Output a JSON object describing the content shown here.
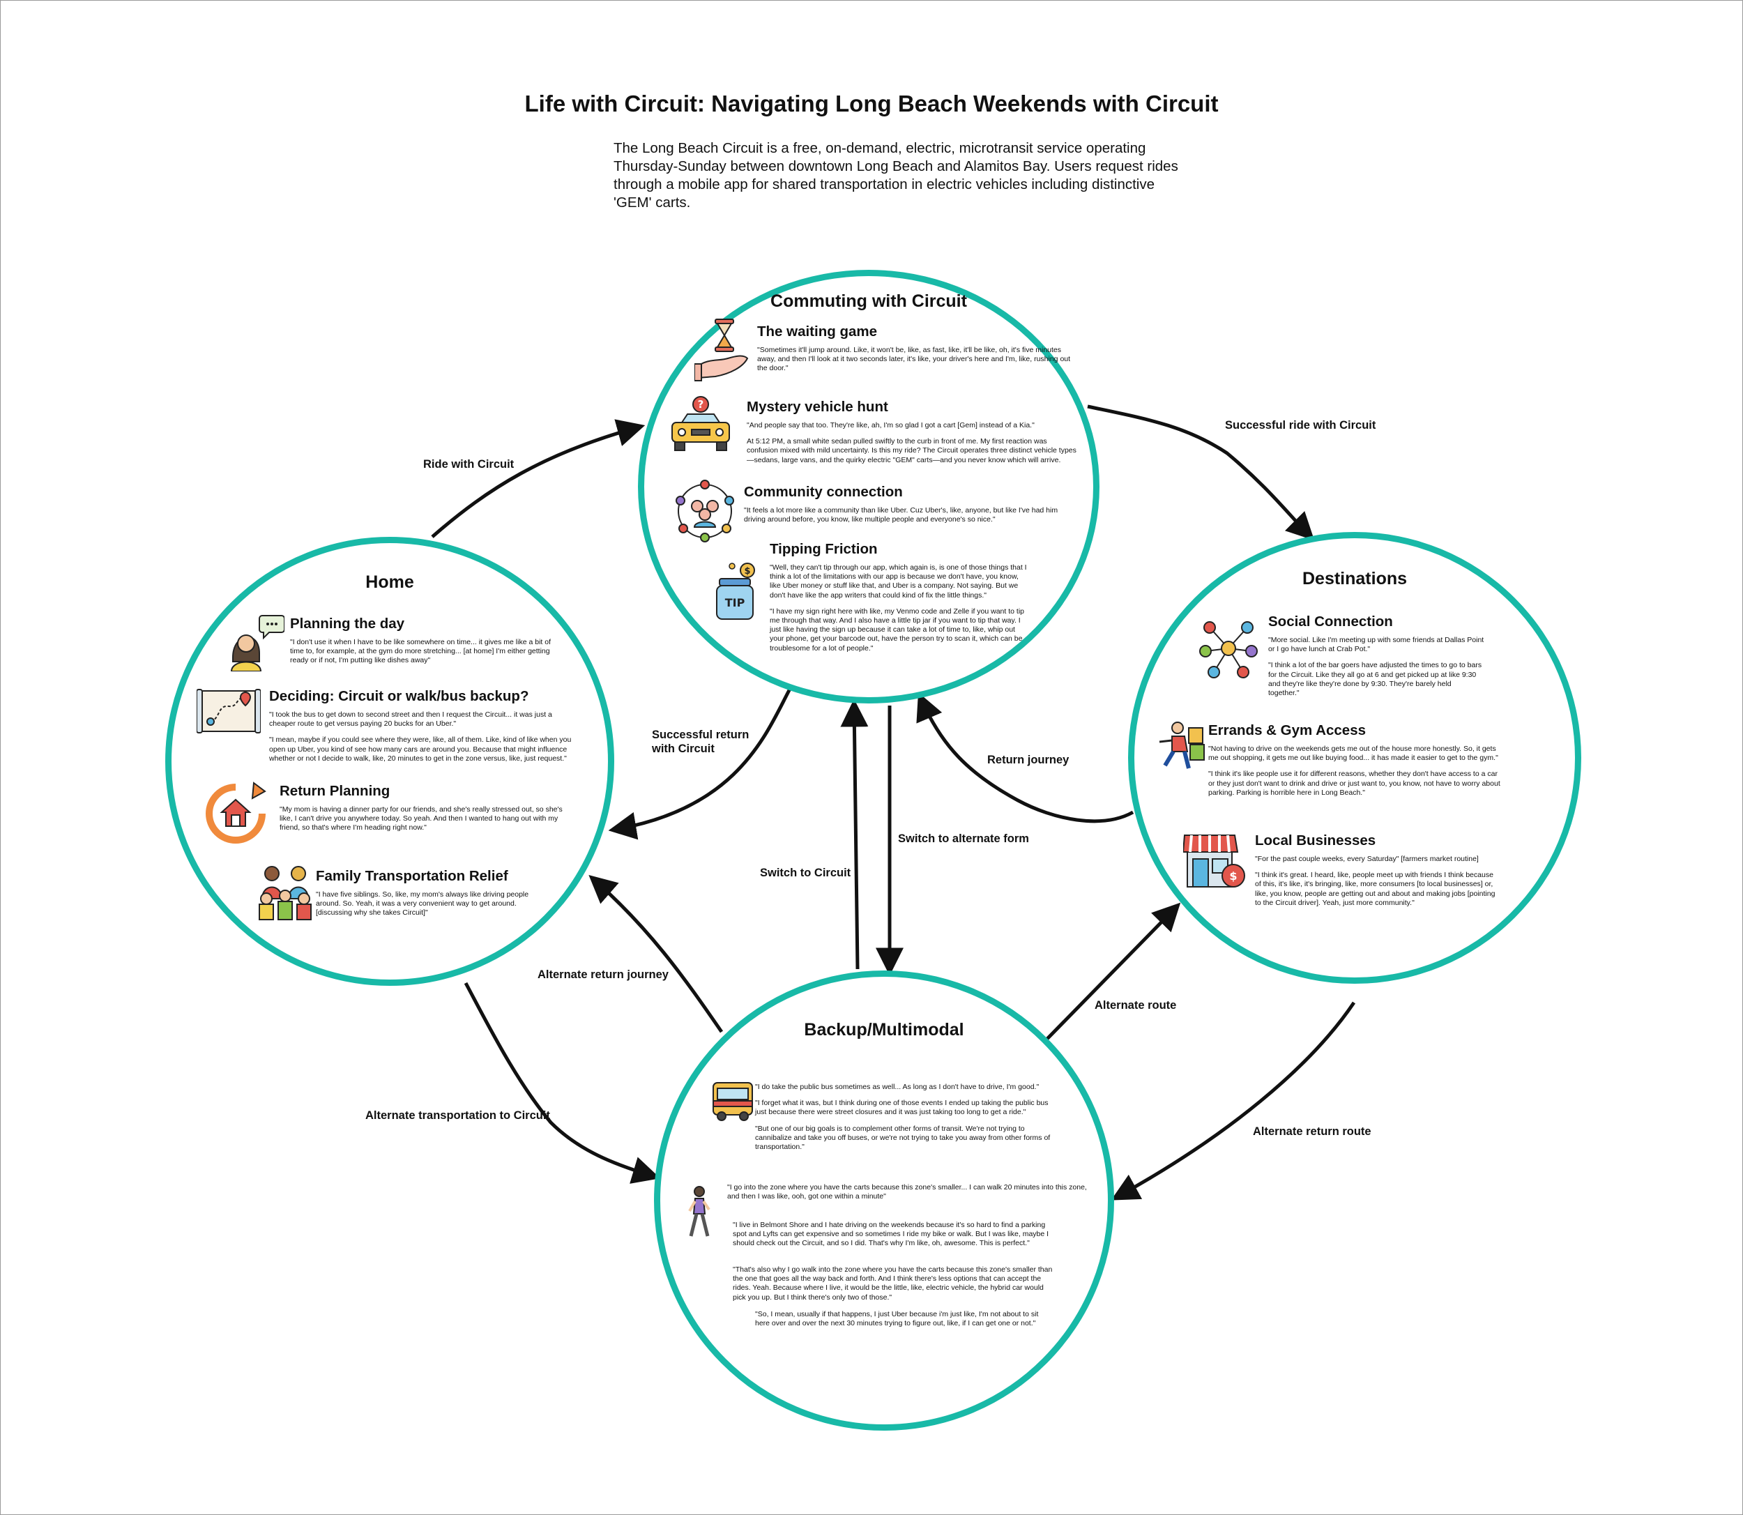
{
  "title": "Life with Circuit: Navigating Long Beach Weekends with Circuit",
  "intro": "The Long Beach Circuit is a free, on-demand, electric, microtransit service operating Thursday-Sunday between downtown Long Beach and Alamitos Bay. Users request rides through a mobile app for shared transportation in electric vehicles including distinctive 'GEM' carts.",
  "colors": {
    "circle_border": "#18b9a7",
    "arrow": "#111111"
  },
  "nodes": {
    "commuting": {
      "title": "Commuting with Circuit",
      "sections": [
        {
          "heading": "The waiting game",
          "icon": "hourglass-hand-icon",
          "quotes": [
            "\"Sometimes it'll jump around. Like, it won't be, like, as fast, like, it'll be like, oh, it's five minutes away, and then I'll look at it two seconds later, it's like, your driver's here and I'm, like, rushing out the door.\""
          ]
        },
        {
          "heading": "Mystery vehicle hunt",
          "icon": "taxi-question-icon",
          "quotes": [
            "\"And people say that too. They're like, ah, I'm so glad I got a cart [Gem] instead of a Kia.\"",
            "At 5:12 PM, a small white sedan pulled swiftly to the curb in front of me. My first reaction was confusion mixed with mild uncertainty. Is this my ride? The Circuit operates three distinct vehicle types—sedans, large vans, and the quirky electric \"GEM\" carts—and you never know which will arrive."
          ]
        },
        {
          "heading": "Community connection",
          "icon": "community-network-icon",
          "quotes": [
            "\"It feels a lot more like a community than like Uber. Cuz Uber's, like, anyone, but like I've had him driving around before, you know, like multiple people and everyone's so nice.\""
          ]
        },
        {
          "heading": "Tipping Friction",
          "icon": "tip-jar-icon",
          "quotes": [
            "\"Well, they can't tip through our app, which again is, is one of those things that I think a lot of the limitations with our app is because we don't have, you know, like Uber money or stuff like that, and Uber is a company. Not saying. But we don't have like the app writers that could kind of fix the little things.\"",
            "\"I have my sign right here with like, my Venmo code and Zelle if you want to tip me through that way. And I also have a little tip jar if you want to tip that way. I just like having the sign up because it can take a lot of time to, like, whip out your phone, get your barcode out, have the person try to scan it, which can be troublesome for a lot of people.\""
          ]
        }
      ]
    },
    "home": {
      "title": "Home",
      "sections": [
        {
          "heading": "Planning the day",
          "icon": "person-thinking-icon",
          "quotes": [
            "\"I don't use it when I have to be like somewhere on time... it gives me like a bit of time to, for example, at the gym do more stretching... [at home] I'm either getting ready or if not, I'm putting like dishes away\""
          ]
        },
        {
          "heading": "Deciding: Circuit or walk/bus backup?",
          "icon": "route-map-icon",
          "quotes": [
            "\"I took the bus to get down to second street and then I request the Circuit... it was just a cheaper route to get versus paying 20 bucks for an Uber.\"",
            "\"I mean, maybe if you could see where they were, like, all of them. Like, kind of like when you open up Uber, you kind of see how many cars are around you. Because that might influence whether or not I decide to walk, like, 20 minutes to get in the zone versus, like, just request.\""
          ]
        },
        {
          "heading": "Return Planning",
          "icon": "return-home-icon",
          "quotes": [
            "\"My mom is having a dinner party for our friends, and she's really stressed out, so she's like, I can't drive you anywhere today. So yeah. And then I wanted to hang out with my friend, so that's where I'm heading right now.\""
          ]
        },
        {
          "heading": "Family Transportation Relief",
          "icon": "family-icon",
          "quotes": [
            "\"I have five siblings. So, like, my mom's always like driving people around. So. Yeah, it was a very convenient way to get around. [discussing why she takes Circuit]\""
          ]
        }
      ]
    },
    "destinations": {
      "title": "Destinations",
      "sections": [
        {
          "heading": "Social Connection",
          "icon": "social-network-icon",
          "quotes": [
            "\"More social. Like I'm meeting up with some friends at Dallas Point or I go have lunch at Crab Pot.\"",
            "\"I think a lot of the bar goers have adjusted the times to go to bars for the Circuit. Like they all go at 6 and get picked up at like 9:30 and they're like they're done by 9:30. They're barely held together.\""
          ]
        },
        {
          "heading": "Errands & Gym Access",
          "icon": "shopper-running-icon",
          "quotes": [
            "\"Not having to drive on the weekends gets me out of the house more honestly. So, it gets me out shopping, it gets me out like buying food... it has made it easier to get to the gym.\"",
            "\"I think it's like people use it for different reasons, whether they don't have access to a car or they just don't want to drink and drive or just want to, you know, not have to worry about parking. Parking is horrible here in Long Beach.\""
          ]
        },
        {
          "heading": "Local Businesses",
          "icon": "storefront-icon",
          "quotes": [
            "\"For the past couple weeks, every Saturday\" [farmers market routine]",
            "\"I think it's great. I heard, like, people meet up with friends I think because of this, it's like, it's bringing, like, more consumers [to local businesses] or, like, you know, people are getting out and about and making jobs [pointing to the Circuit driver]. Yeah, just more community.\""
          ]
        }
      ]
    },
    "backup": {
      "title": "Backup/Multimodal",
      "bus_quotes": [
        "\"I do take the public bus sometimes as well... As long as I don't have to drive, I'm good.\"",
        "\"I forget what it was, but I think during one of those events I ended up taking the public bus just because there were street closures and it was just taking too long to get a ride.\"",
        "\"But one of our big goals is to complement other forms of transit. We're not trying to cannibalize and take you off buses, or we're not trying to take you away from other forms of transportation.\""
      ],
      "walk_quotes": [
        "\"I go into the zone where you have the carts because this zone's smaller... I can walk 20 minutes into this zone, and then I was like, ooh, got one within a minute\"",
        "\"I live in Belmont Shore and I hate driving on the weekends because it's so hard to find a parking spot and Lyfts can get expensive and so sometimes I ride my bike or walk. But I was like, maybe I should check out the Circuit, and so I did. That's why I'm like, oh, awesome. This is perfect.\"",
        "\"That's also why I go walk into the zone where you have the carts because this zone's smaller than the one that goes all the way back and forth. And I think there's less options that can accept the rides. Yeah. Because where I live, it would be the little, like, electric vehicle, the hybrid car would pick you up. But I think there's only two of those.\"",
        "\"So, I mean, usually if that happens, I just Uber because i'm just like, I'm not about to sit here over and over the next 30 minutes trying to figure out, like, if I can get one or not.\""
      ],
      "icons": [
        "bus-icon",
        "person-walking-icon"
      ]
    }
  },
  "edges": {
    "ride_with_circuit": "Ride with Circuit",
    "successful_ride": "Successful ride with Circuit",
    "successful_return_l1": "Successful return",
    "successful_return_l2": "with Circuit",
    "return_journey": "Return journey",
    "switch_alternate": "Switch to alternate form",
    "switch_circuit": "Switch to Circuit",
    "alternate_return_journey": "Alternate return journey",
    "alternate_route": "Alternate route",
    "alternate_transport": "Alternate transportation to Circuit",
    "alternate_return_route": "Alternate return route"
  }
}
